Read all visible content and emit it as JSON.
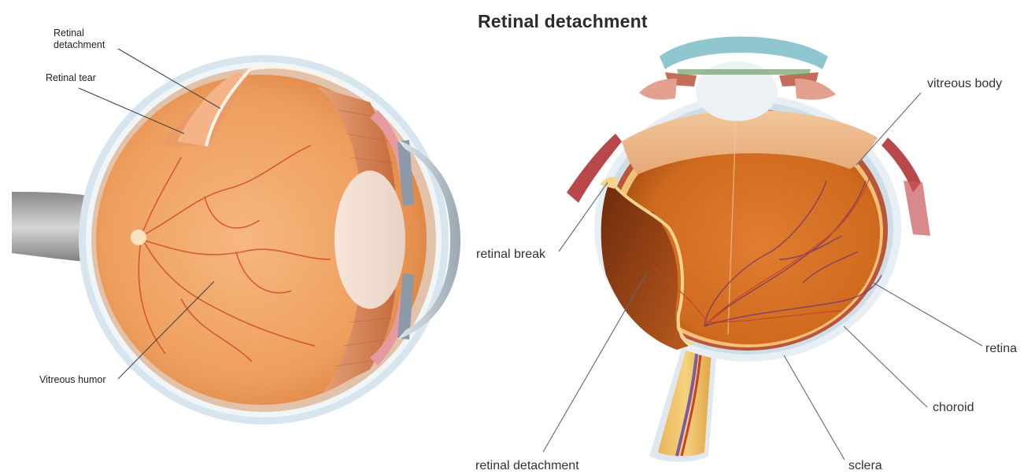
{
  "title": "Retinal detachment",
  "left_diagram": {
    "labels": {
      "retinal_detachment_line1": "Retinal",
      "retinal_detachment_line2": "detachment",
      "retinal_tear": "Retinal tear",
      "vitreous_humor": "Vitreous humor"
    }
  },
  "right_diagram": {
    "labels": {
      "vitreous_body": "vitreous body",
      "retinal_break": "retinal break",
      "retina": "retina",
      "choroid": "choroid",
      "sclera": "sclera",
      "retinal_detachment": "retinal detachment"
    }
  },
  "colors": {
    "vitreous": "#e89a5a",
    "retina_orange": "#d8742a",
    "sclera": "#c9dce6",
    "vessel": "#c8402a",
    "leader": "#555555"
  }
}
